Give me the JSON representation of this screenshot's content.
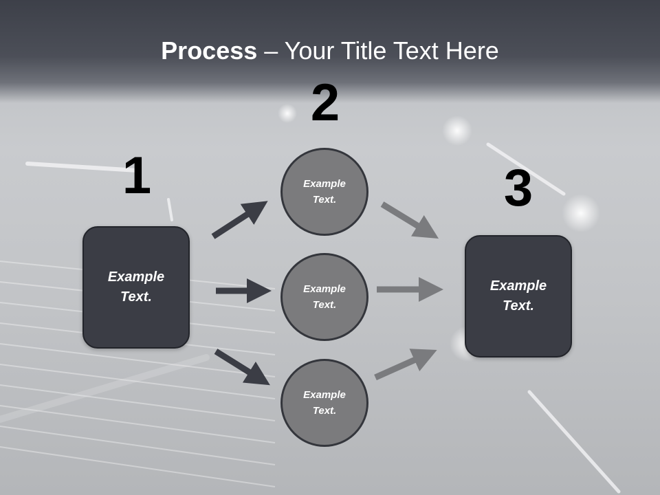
{
  "slide": {
    "title_bold": "Process",
    "title_rest": " – Your Title Text Here"
  },
  "steps": [
    {
      "number": "1",
      "text": "Example\nText."
    },
    {
      "number": "2",
      "text": "Example\nText."
    },
    {
      "number": "3",
      "text": "Example\nText."
    }
  ],
  "middle_nodes": [
    {
      "text": "Example\nText."
    },
    {
      "text": "Example\nText."
    },
    {
      "text": "Example\nText."
    }
  ],
  "colors": {
    "box_fill": "#3b3d45",
    "circle_fill": "#7b7b7d",
    "dark_arrow": "#3b3d45",
    "light_arrow": "#7a7b7e"
  }
}
